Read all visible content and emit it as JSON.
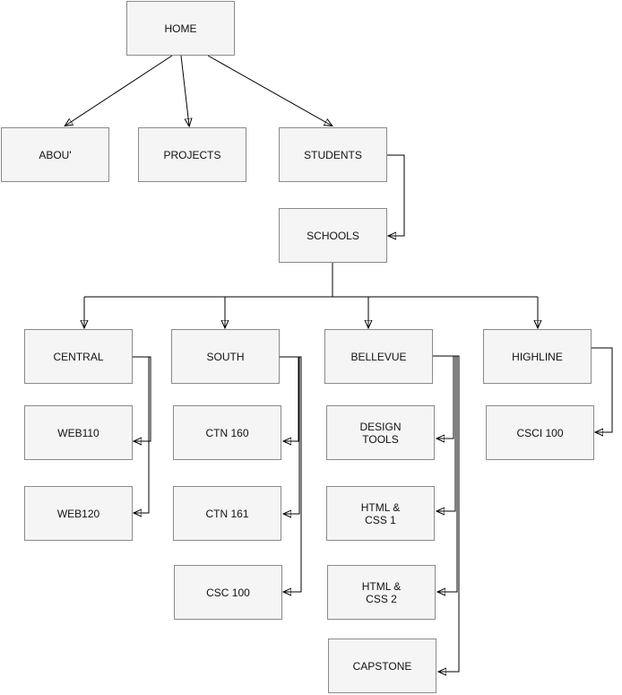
{
  "nodes": {
    "home": "HOME",
    "about": "ABOU'",
    "projects": "PROJECTS",
    "students": "STUDENTS",
    "schools": "SCHOOLS",
    "central": "CENTRAL",
    "south": "SOUTH",
    "bellevue": "BELLEVUE",
    "highline": "HIGHLINE",
    "web110": "WEB110",
    "web120": "WEB120",
    "ctn160": "CTN 160",
    "ctn161": "CTN 161",
    "csc100": "CSC 100",
    "design_tools": "DESIGN\nTOOLS",
    "html_css_1": "HTML &\nCSS 1",
    "html_css_2": "HTML &\nCSS 2",
    "capstone": "CAPSTONE",
    "csci100": "CSCI 100"
  }
}
